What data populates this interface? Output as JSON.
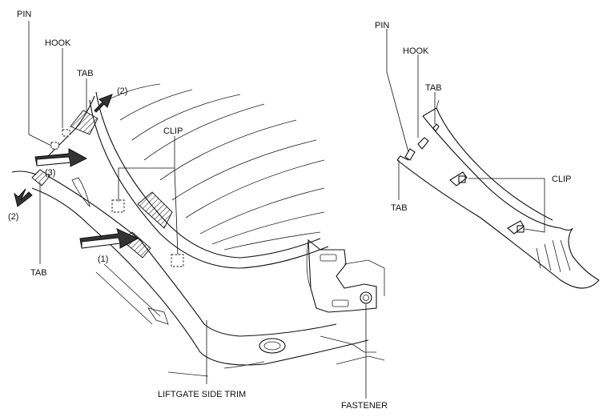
{
  "left_view": {
    "labels": {
      "pin": "PIN",
      "hook": "HOOK",
      "tab_top": "TAB",
      "step2_top": "(2)",
      "clip": "CLIP",
      "step3": "(3)",
      "step2_left": "(2)",
      "tab_bottom": "TAB",
      "step1": "(1)",
      "trim": "LIFTGATE SIDE TRIM",
      "fastener": "FASTENER"
    }
  },
  "right_view": {
    "labels": {
      "pin": "PIN",
      "hook": "HOOK",
      "tab_top": "TAB",
      "clip": "CLIP",
      "tab_left": "TAB"
    }
  }
}
